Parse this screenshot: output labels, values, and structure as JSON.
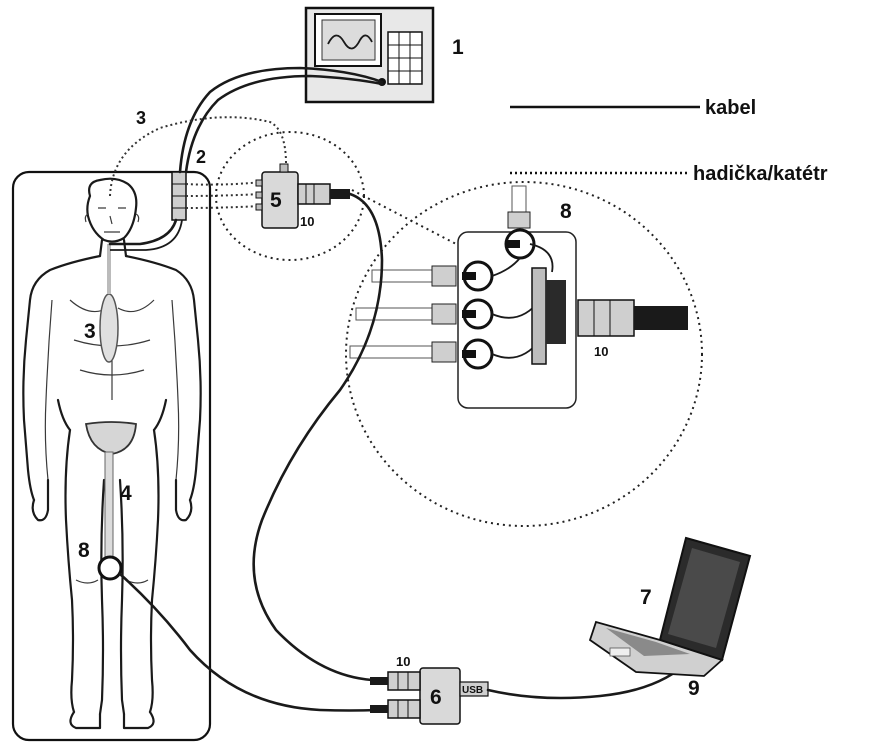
{
  "legend": {
    "cable_label": "kabel",
    "tube_label": "hadička/katétr"
  },
  "labels": {
    "n1": "1",
    "n2": "2",
    "n3_top": "3",
    "n3_body": "3",
    "n4": "4",
    "n5": "5",
    "n6": "6",
    "n7": "7",
    "n8_body": "8",
    "n8_zoom": "8",
    "n9": "9",
    "n10_box5": "10",
    "n10_zoom": "10",
    "n10_box6": "10",
    "usb": "USB"
  },
  "colors": {
    "line": "#1a1a1a",
    "device_fill": "#d9d9d9",
    "organ_fill": "#e0e0e0",
    "screen_dark": "#222222"
  }
}
